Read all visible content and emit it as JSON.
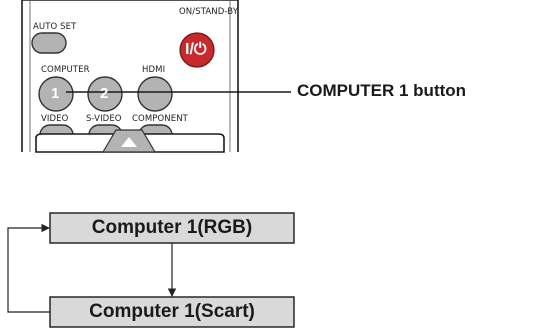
{
  "remote": {
    "auto_set_label": "AUTO SET",
    "on_standby_label": "ON/STAND-BY",
    "power_glyph": "I/⏻",
    "computer_label": "COMPUTER",
    "hdmi_label": "HDMI",
    "button_1_label": "1",
    "button_2_label": "2",
    "video_label": "VIDEO",
    "svideo_label": "S-VIDEO",
    "component_label": "COMPONENT"
  },
  "callout": {
    "label": "COMPUTER 1 button"
  },
  "flow": {
    "box_1": "Computer 1(RGB)",
    "box_2": "Computer 1(Scart)"
  },
  "colors": {
    "button_fill": "#b3b3b3",
    "button_stroke": "#333333",
    "power_red": "#c8292c",
    "box_fill": "#d9d9d9"
  }
}
